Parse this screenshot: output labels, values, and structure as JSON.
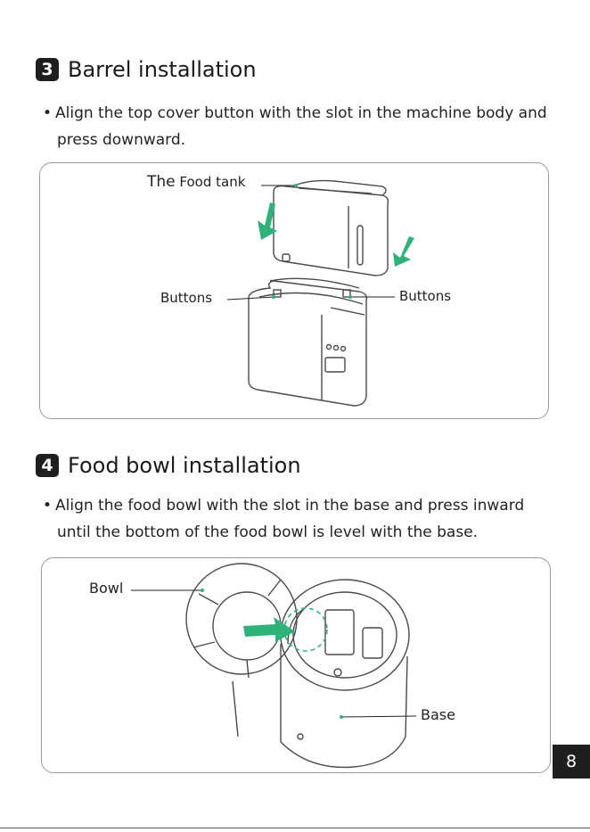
{
  "section3": {
    "number": "3",
    "title": "Barrel installation",
    "bullet_line1": "Align the top cover button with the slot in the machine body and",
    "bullet_line2": "press downward.",
    "labels": {
      "food_tank_prefix": "The",
      "food_tank": "Food tank",
      "buttons_left": "Buttons",
      "buttons_right": "Buttons"
    }
  },
  "section4": {
    "number": "4",
    "title": "Food bowl installation",
    "bullet_line1": "Align the food bowl with the slot in the base and press inward",
    "bullet_line2": "until the bottom of the food bowl is level with the base.",
    "labels": {
      "bowl": "Bowl",
      "base": "Base"
    }
  },
  "page_number": "8",
  "colors": {
    "accent_green": "#2fb27a",
    "badge_dark": "#1f1f1f",
    "line_art": "#4a4a4a"
  }
}
